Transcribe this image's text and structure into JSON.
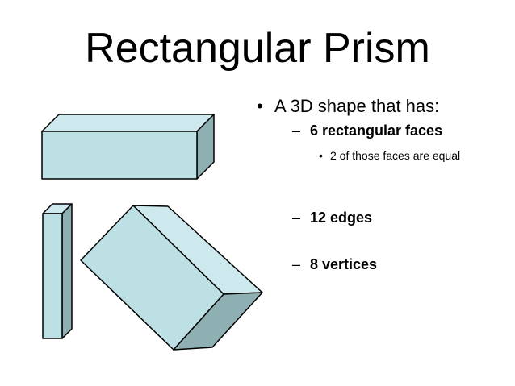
{
  "slide": {
    "title": "Rectangular Prism",
    "bullets": {
      "main": "A 3D shape that has:",
      "faces": "6 rectangular faces",
      "faces_note": "2 of those faces are equal",
      "edges": "12 edges",
      "vertices": "8 vertices"
    },
    "markers": {
      "bullet": "•",
      "dash": "–"
    }
  },
  "colors": {
    "face_front": "#bde0e4",
    "face_top": "#cde9ed",
    "face_side": "#8fb0b3",
    "edge": "#000000"
  }
}
